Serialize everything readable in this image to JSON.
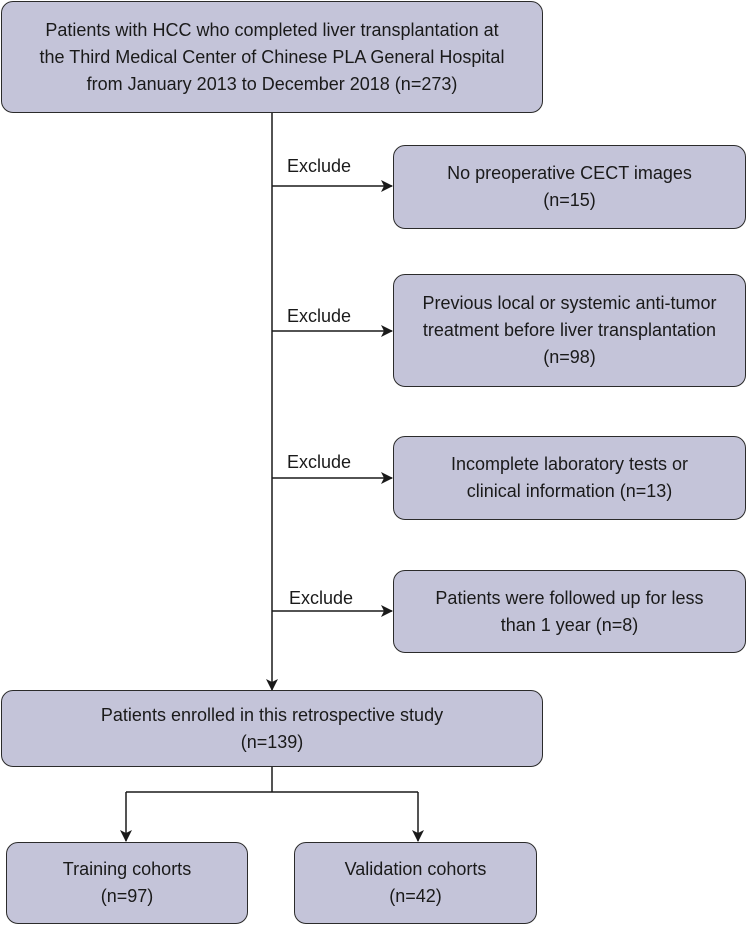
{
  "top_box": {
    "lines": [
      "Patients with HCC who completed liver transplantation at",
      "the Third Medical Center of Chinese PLA General Hospital",
      "from January 2013 to December 2018 (n=273)"
    ]
  },
  "exclusions": [
    {
      "label": "Exclude",
      "lines": [
        "No preoperative CECT images",
        "(n=15)"
      ]
    },
    {
      "label": "Exclude",
      "lines": [
        "Previous local or systemic anti-tumor",
        "treatment before liver transplantation",
        "(n=98)"
      ]
    },
    {
      "label": "Exclude",
      "lines": [
        "Incomplete laboratory tests or",
        "clinical information (n=13)"
      ]
    },
    {
      "label": "Exclude",
      "lines": [
        "Patients were followed up for less",
        "than 1 year (n=8)"
      ]
    }
  ],
  "enrolled_box": {
    "lines": [
      "Patients enrolled in this retrospective study",
      "(n=139)"
    ]
  },
  "training_box": {
    "lines": [
      "Training cohorts",
      "(n=97)"
    ]
  },
  "validation_box": {
    "lines": [
      "Validation cohorts",
      "(n=42)"
    ]
  },
  "colors": {
    "box_fill": "#c4c4d9",
    "stroke": "#2b2b2b"
  }
}
